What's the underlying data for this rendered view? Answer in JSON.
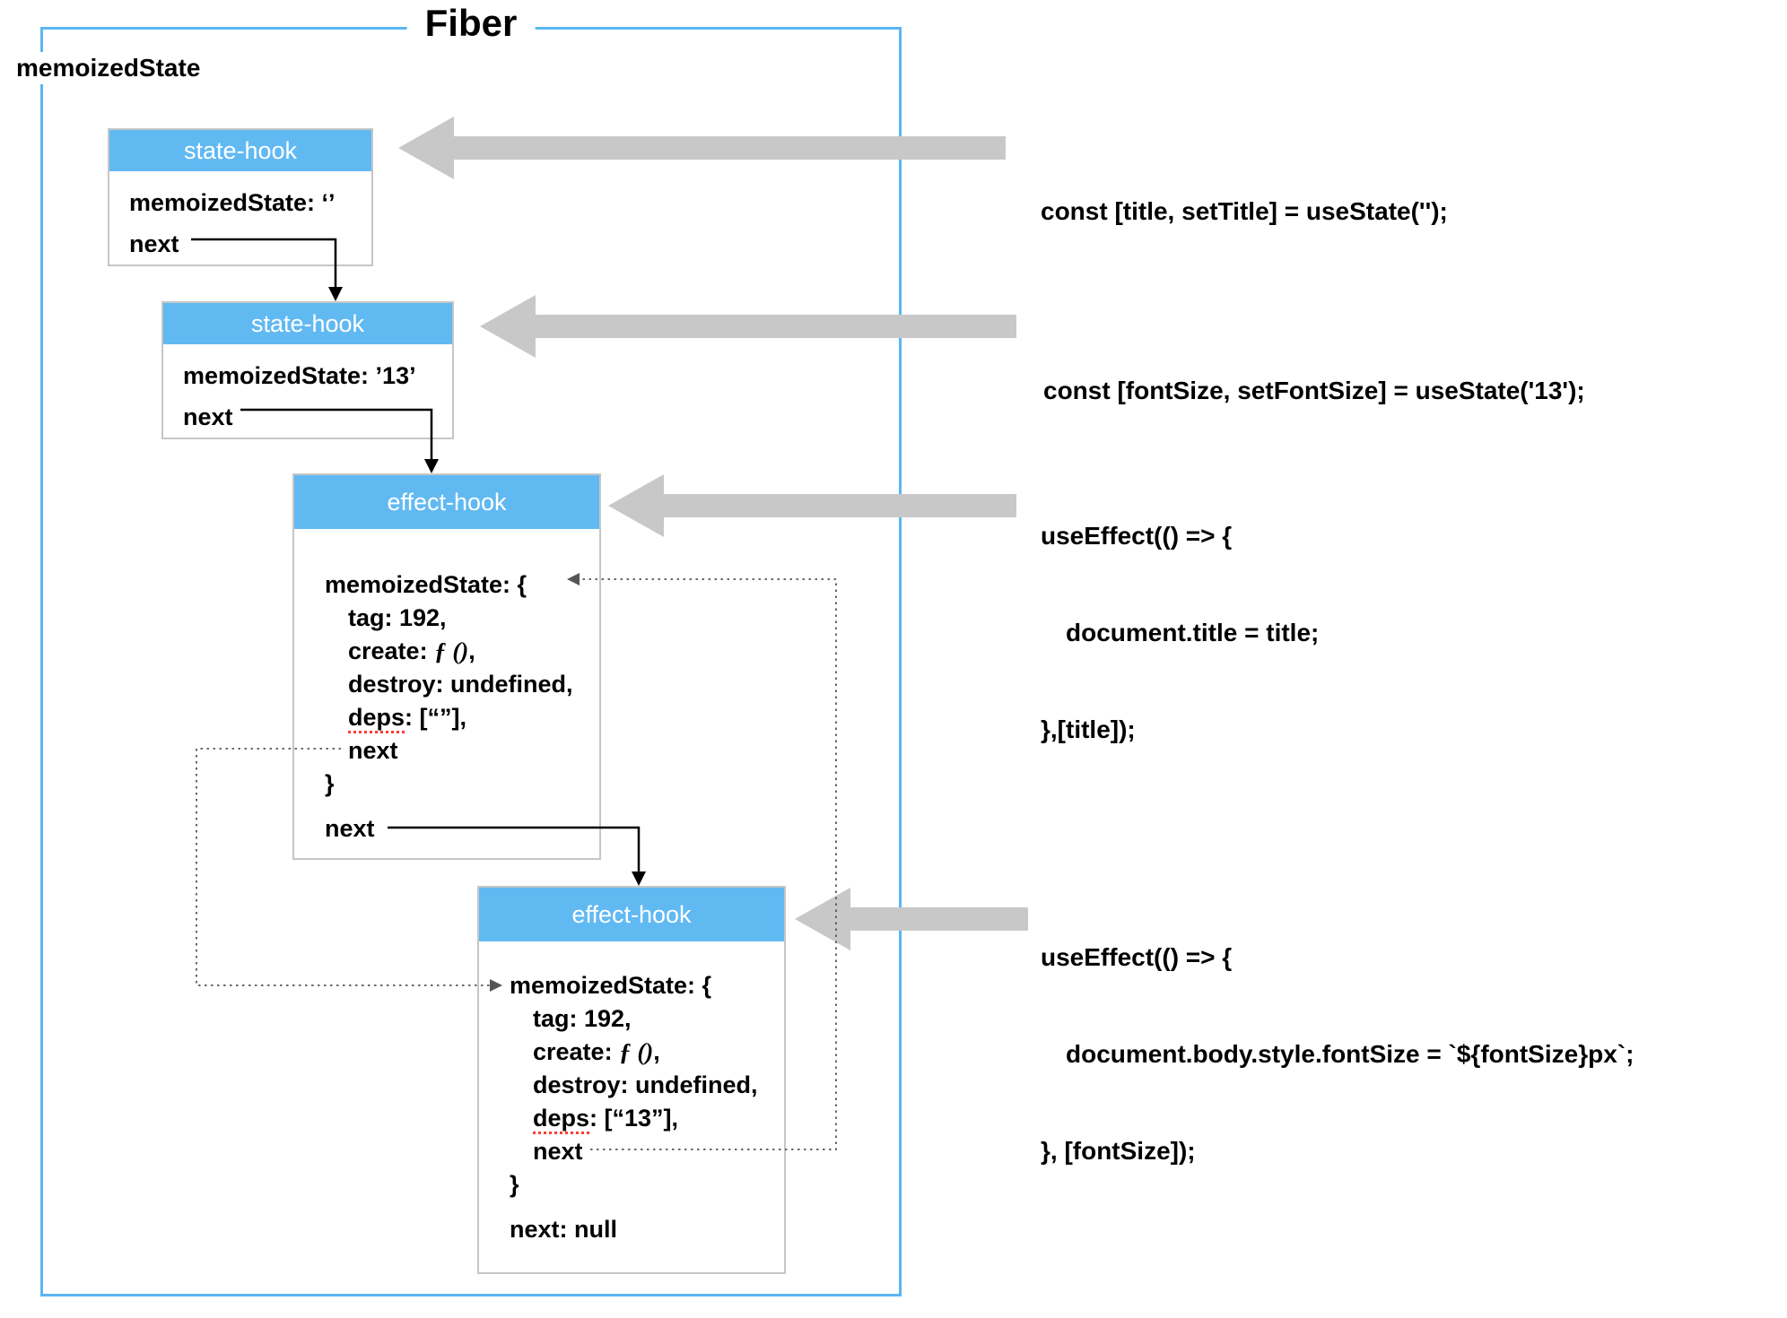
{
  "diagram": {
    "title": "Fiber",
    "outer_label": "memoizedState",
    "colors": {
      "header_blue": "#61b9f2",
      "border_blue": "#59b7f0",
      "arrow_gray": "#c8c8c8",
      "box_border": "#c6c6c6",
      "deps_underline_red": "#ff3b30"
    },
    "nodes": {
      "state1": {
        "header": "state-hook",
        "memoized": "memoizedState: ‘’",
        "next": "next"
      },
      "state2": {
        "header": "state-hook",
        "memoized": "memoizedState: ’13’",
        "next": "next"
      },
      "effect1": {
        "header": "effect-hook",
        "open": "memoizedState: {",
        "tag": "tag: 192,",
        "create_label": "create: ",
        "create_fn": "ƒ ()",
        "create_end": ",",
        "destroy": "destroy: undefined,",
        "deps_word": "deps",
        "deps_rest": ": [“”],",
        "inner_next": "next",
        "close": "}",
        "next": "next"
      },
      "effect2": {
        "header": "effect-hook",
        "open": "memoizedState: {",
        "tag": "tag: 192,",
        "create_label": "create: ",
        "create_fn": "ƒ ()",
        "create_end": ",",
        "destroy": "destroy: undefined,",
        "deps_word": "deps",
        "deps_rest": ": [“13”],",
        "inner_next": "next",
        "close": "}",
        "next": "next: null"
      }
    },
    "annotations": {
      "a1": {
        "l1": "const [title, setTitle] = useState('');"
      },
      "a2": {
        "l1": "const [fontSize, setFontSize] = useState('13');"
      },
      "a3": {
        "l1": "useEffect(() => {",
        "l2": "document.title = title;",
        "l3": "},[title]);"
      },
      "a4": {
        "l1": "useEffect(() => {",
        "l2": "document.body.style.fontSize = `${fontSize}px`;",
        "l3": "}, [fontSize]);"
      }
    }
  }
}
